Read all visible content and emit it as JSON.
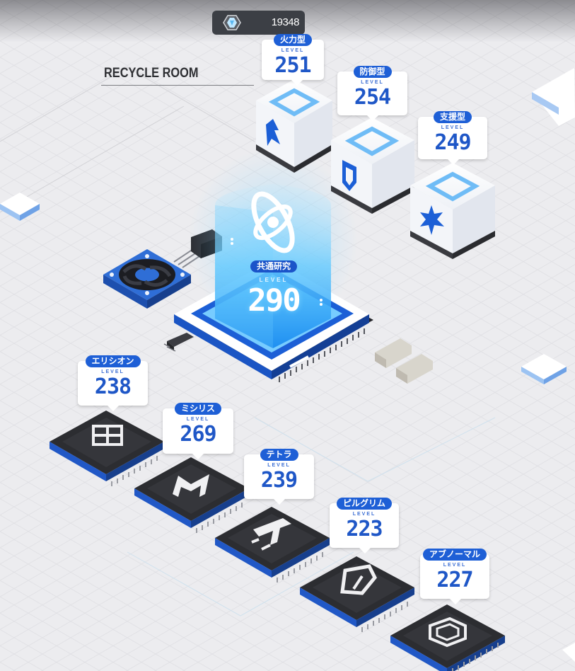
{
  "header": {
    "currency_icon": "crystal-gem-icon",
    "currency_value": "19348"
  },
  "room": {
    "title": "RECYCLE ROOM"
  },
  "core": {
    "label": "共通研究",
    "level_word": "LEVEL",
    "level": "290",
    "icon": "atom-orbit-icon"
  },
  "class_modules": [
    {
      "label": "火力型",
      "level_word": "LEVEL",
      "level": "251",
      "icon": "flame-attacker-icon"
    },
    {
      "label": "防御型",
      "level_word": "LEVEL",
      "level": "254",
      "icon": "shield-defender-icon"
    },
    {
      "label": "支援型",
      "level_word": "LEVEL",
      "level": "249",
      "icon": "star-supporter-icon"
    }
  ],
  "manufacturer_chips": [
    {
      "label": "エリシオン",
      "level_word": "LEVEL",
      "level": "238",
      "icon": "grid-window-icon"
    },
    {
      "label": "ミシリス",
      "level_word": "LEVEL",
      "level": "269",
      "icon": "m-logo-icon"
    },
    {
      "label": "テトラ",
      "level_word": "LEVEL",
      "level": "239",
      "icon": "t-logo-icon"
    },
    {
      "label": "ピルグリム",
      "level_word": "LEVEL",
      "level": "223",
      "icon": "arrow-chevron-icon"
    },
    {
      "label": "アブノーマル",
      "level_word": "LEVEL",
      "level": "227",
      "icon": "nested-square-icon"
    }
  ],
  "colors": {
    "accent_blue": "#1f57c7",
    "tag_blue": "#1e5fd6",
    "hologram_cyan": "#3fc3ff",
    "chip_dark": "#2b2c30",
    "background": "#ececef"
  }
}
